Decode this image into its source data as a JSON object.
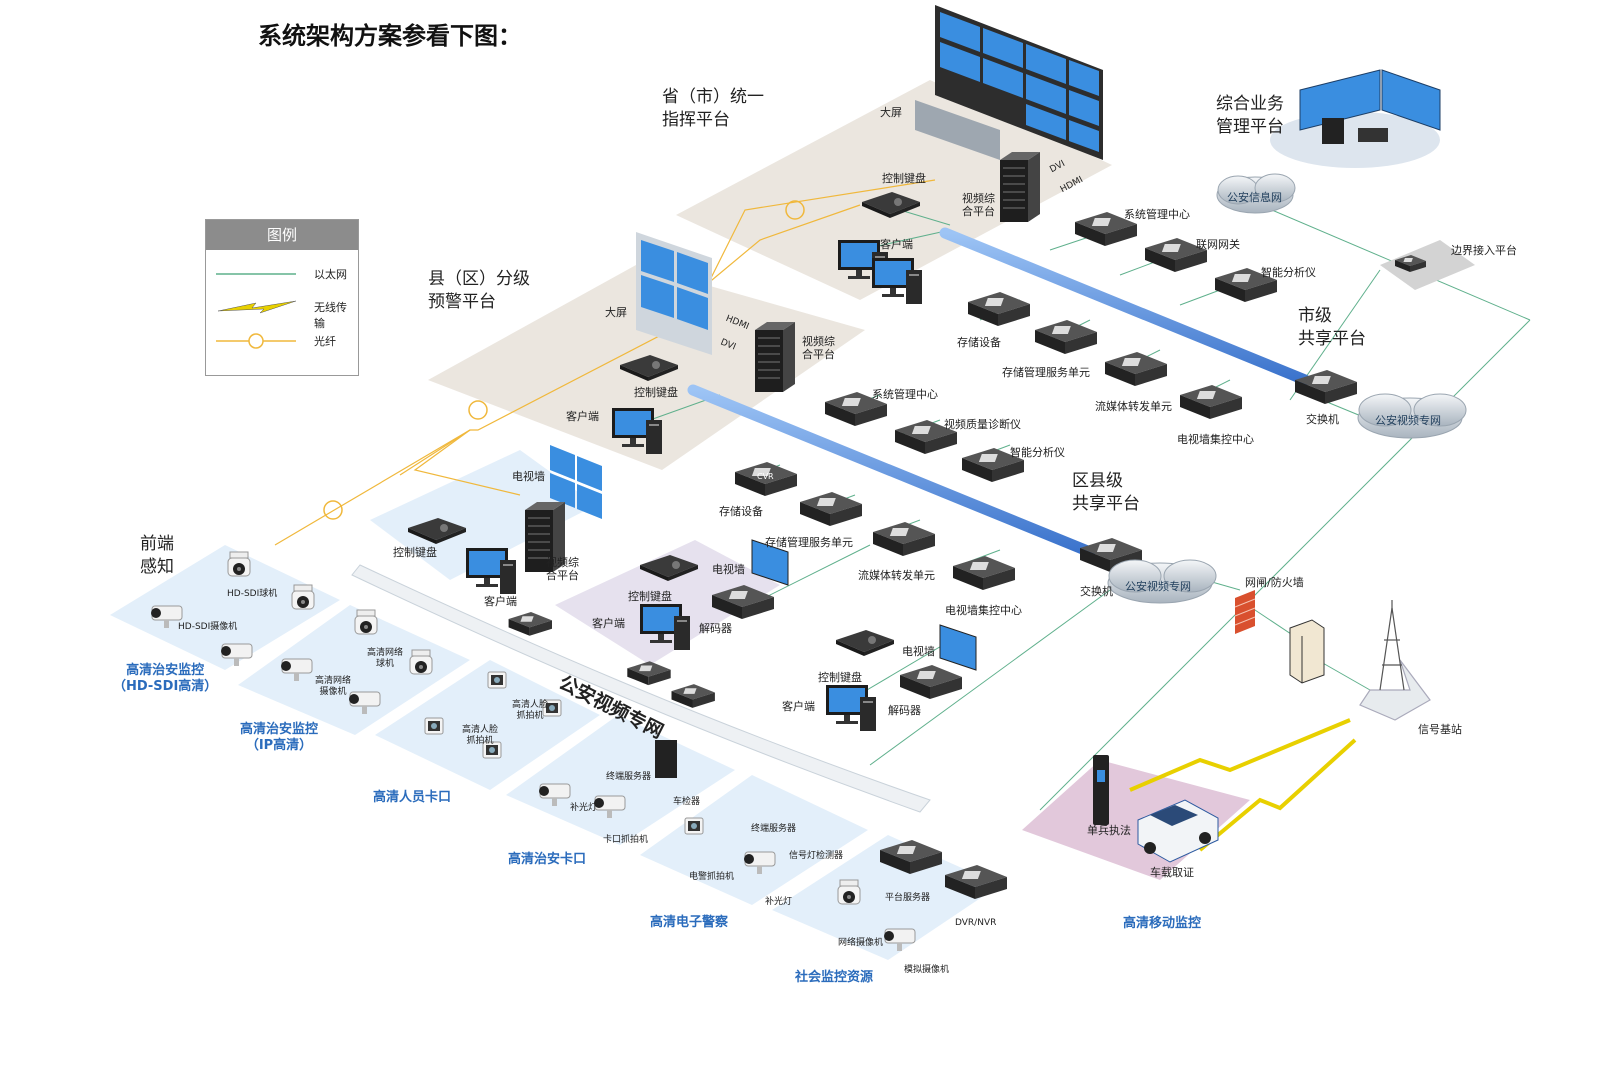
{
  "title": "系统架构方案参看下图：",
  "legend": {
    "header": "图例",
    "items": [
      {
        "label": "以太网",
        "color": "#5fb08c"
      },
      {
        "label": "无线传输",
        "color": "#e8d000"
      },
      {
        "label": "光纤",
        "color": "#f0b83c"
      }
    ]
  },
  "blocks": {
    "province": [
      "省（市）统一",
      "指挥平台"
    ],
    "county_alert": [
      "县（区）分级",
      "预警平台"
    ],
    "front": [
      "前端",
      "感知"
    ],
    "city_share": [
      "市级",
      "共享平台"
    ],
    "district_share": [
      "区县级",
      "共享平台"
    ],
    "integrated": [
      "综合业务",
      "管理平台"
    ]
  },
  "network_label": "公安视频专网",
  "clouds": {
    "info": "公安信息网",
    "video_city": "公安视频专网",
    "video_district": "公安视频专网"
  },
  "province_labels": {
    "big_screen": "大屏",
    "keyboard": "控制键盘",
    "video_platform": [
      "视频综",
      "合平台"
    ],
    "client": "客户端",
    "dvi": "DVI",
    "hdmi": "HDMI"
  },
  "county_labels": {
    "big_screen": "大屏",
    "hdmi": "HDMI",
    "dvi": "DVI",
    "video_platform": [
      "视频综",
      "合平台"
    ],
    "keyboard": "控制键盘",
    "client": "客户端"
  },
  "front_center": {
    "tv_wall": "电视墙",
    "keyboard": "控制键盘",
    "video_platform": [
      "视频综",
      "合平台"
    ],
    "client": "客户端"
  },
  "city_devices": {
    "sys_mgmt": "系统管理中心",
    "gateway": "联网网关",
    "smart": "智能分析仪",
    "storage": "存储设备",
    "storage_mgmt": "存储管理服务单元",
    "stream": "流媒体转发单元",
    "tvwall": "电视墙集控中心",
    "switch": "交换机",
    "border": "边界接入平台"
  },
  "district_devices": {
    "sys_mgmt": "系统管理中心",
    "quality": "视频质量诊断仪",
    "smart": "智能分析仪",
    "storage": "存储设备",
    "cvr": "CVR",
    "storage_mgmt": "存储管理服务单元",
    "stream": "流媒体转发单元",
    "tvwall": "电视墙集控中心",
    "switch": "交换机"
  },
  "sub_centers": {
    "a_tv": "电视墙",
    "a_kb": "控制键盘",
    "a_client": "客户端",
    "a_decoder": "解码器",
    "b_tv": "电视墙",
    "b_kb": "控制键盘",
    "b_client": "客户端",
    "b_decoder": "解码器"
  },
  "firewall": "网闸/防火墙",
  "base_station": "信号基站",
  "mobile": {
    "single": "单兵执法",
    "car": "车载取证",
    "caption": "高清移动监控"
  },
  "front_groups": [
    {
      "caption": [
        "高清治安监控",
        "（HD-SDI高清）"
      ],
      "items": [
        "HD-SDI球机",
        "HD-SDI摄像机"
      ]
    },
    {
      "caption": [
        "高清治安监控",
        "（IP高清）"
      ],
      "items": [
        "高清网络",
        "球机",
        "高清网络",
        "摄像机"
      ]
    },
    {
      "caption": [
        "高清人员卡口"
      ],
      "items": [
        "高清人脸",
        "抓拍机",
        "高清人脸",
        "抓拍机"
      ]
    },
    {
      "caption": [
        "高清治安卡口"
      ],
      "items": [
        "终端服务器",
        "车检器",
        "补光灯",
        "卡口抓拍机"
      ]
    },
    {
      "caption": [
        "高清电子警察"
      ],
      "items": [
        "终端服务器",
        "信号灯检测器",
        "电警抓拍机",
        "补光灯"
      ]
    },
    {
      "caption": [
        "社会监控资源"
      ],
      "items": [
        "平台服务器",
        "DVR/NVR",
        "网络摄像机",
        "模拟摄像机"
      ]
    }
  ],
  "colors": {
    "ethernet": "#5fb08c",
    "fiber": "#f0b83c",
    "wireless": "#e8d000",
    "bus": "#4f86d8",
    "platform_bg": "#ebe6df",
    "front_bg": "#e3effa",
    "sub_bg": "#e6e1ee",
    "mobile_bg": "#e2c8db",
    "caption": "#2b6cbc"
  }
}
